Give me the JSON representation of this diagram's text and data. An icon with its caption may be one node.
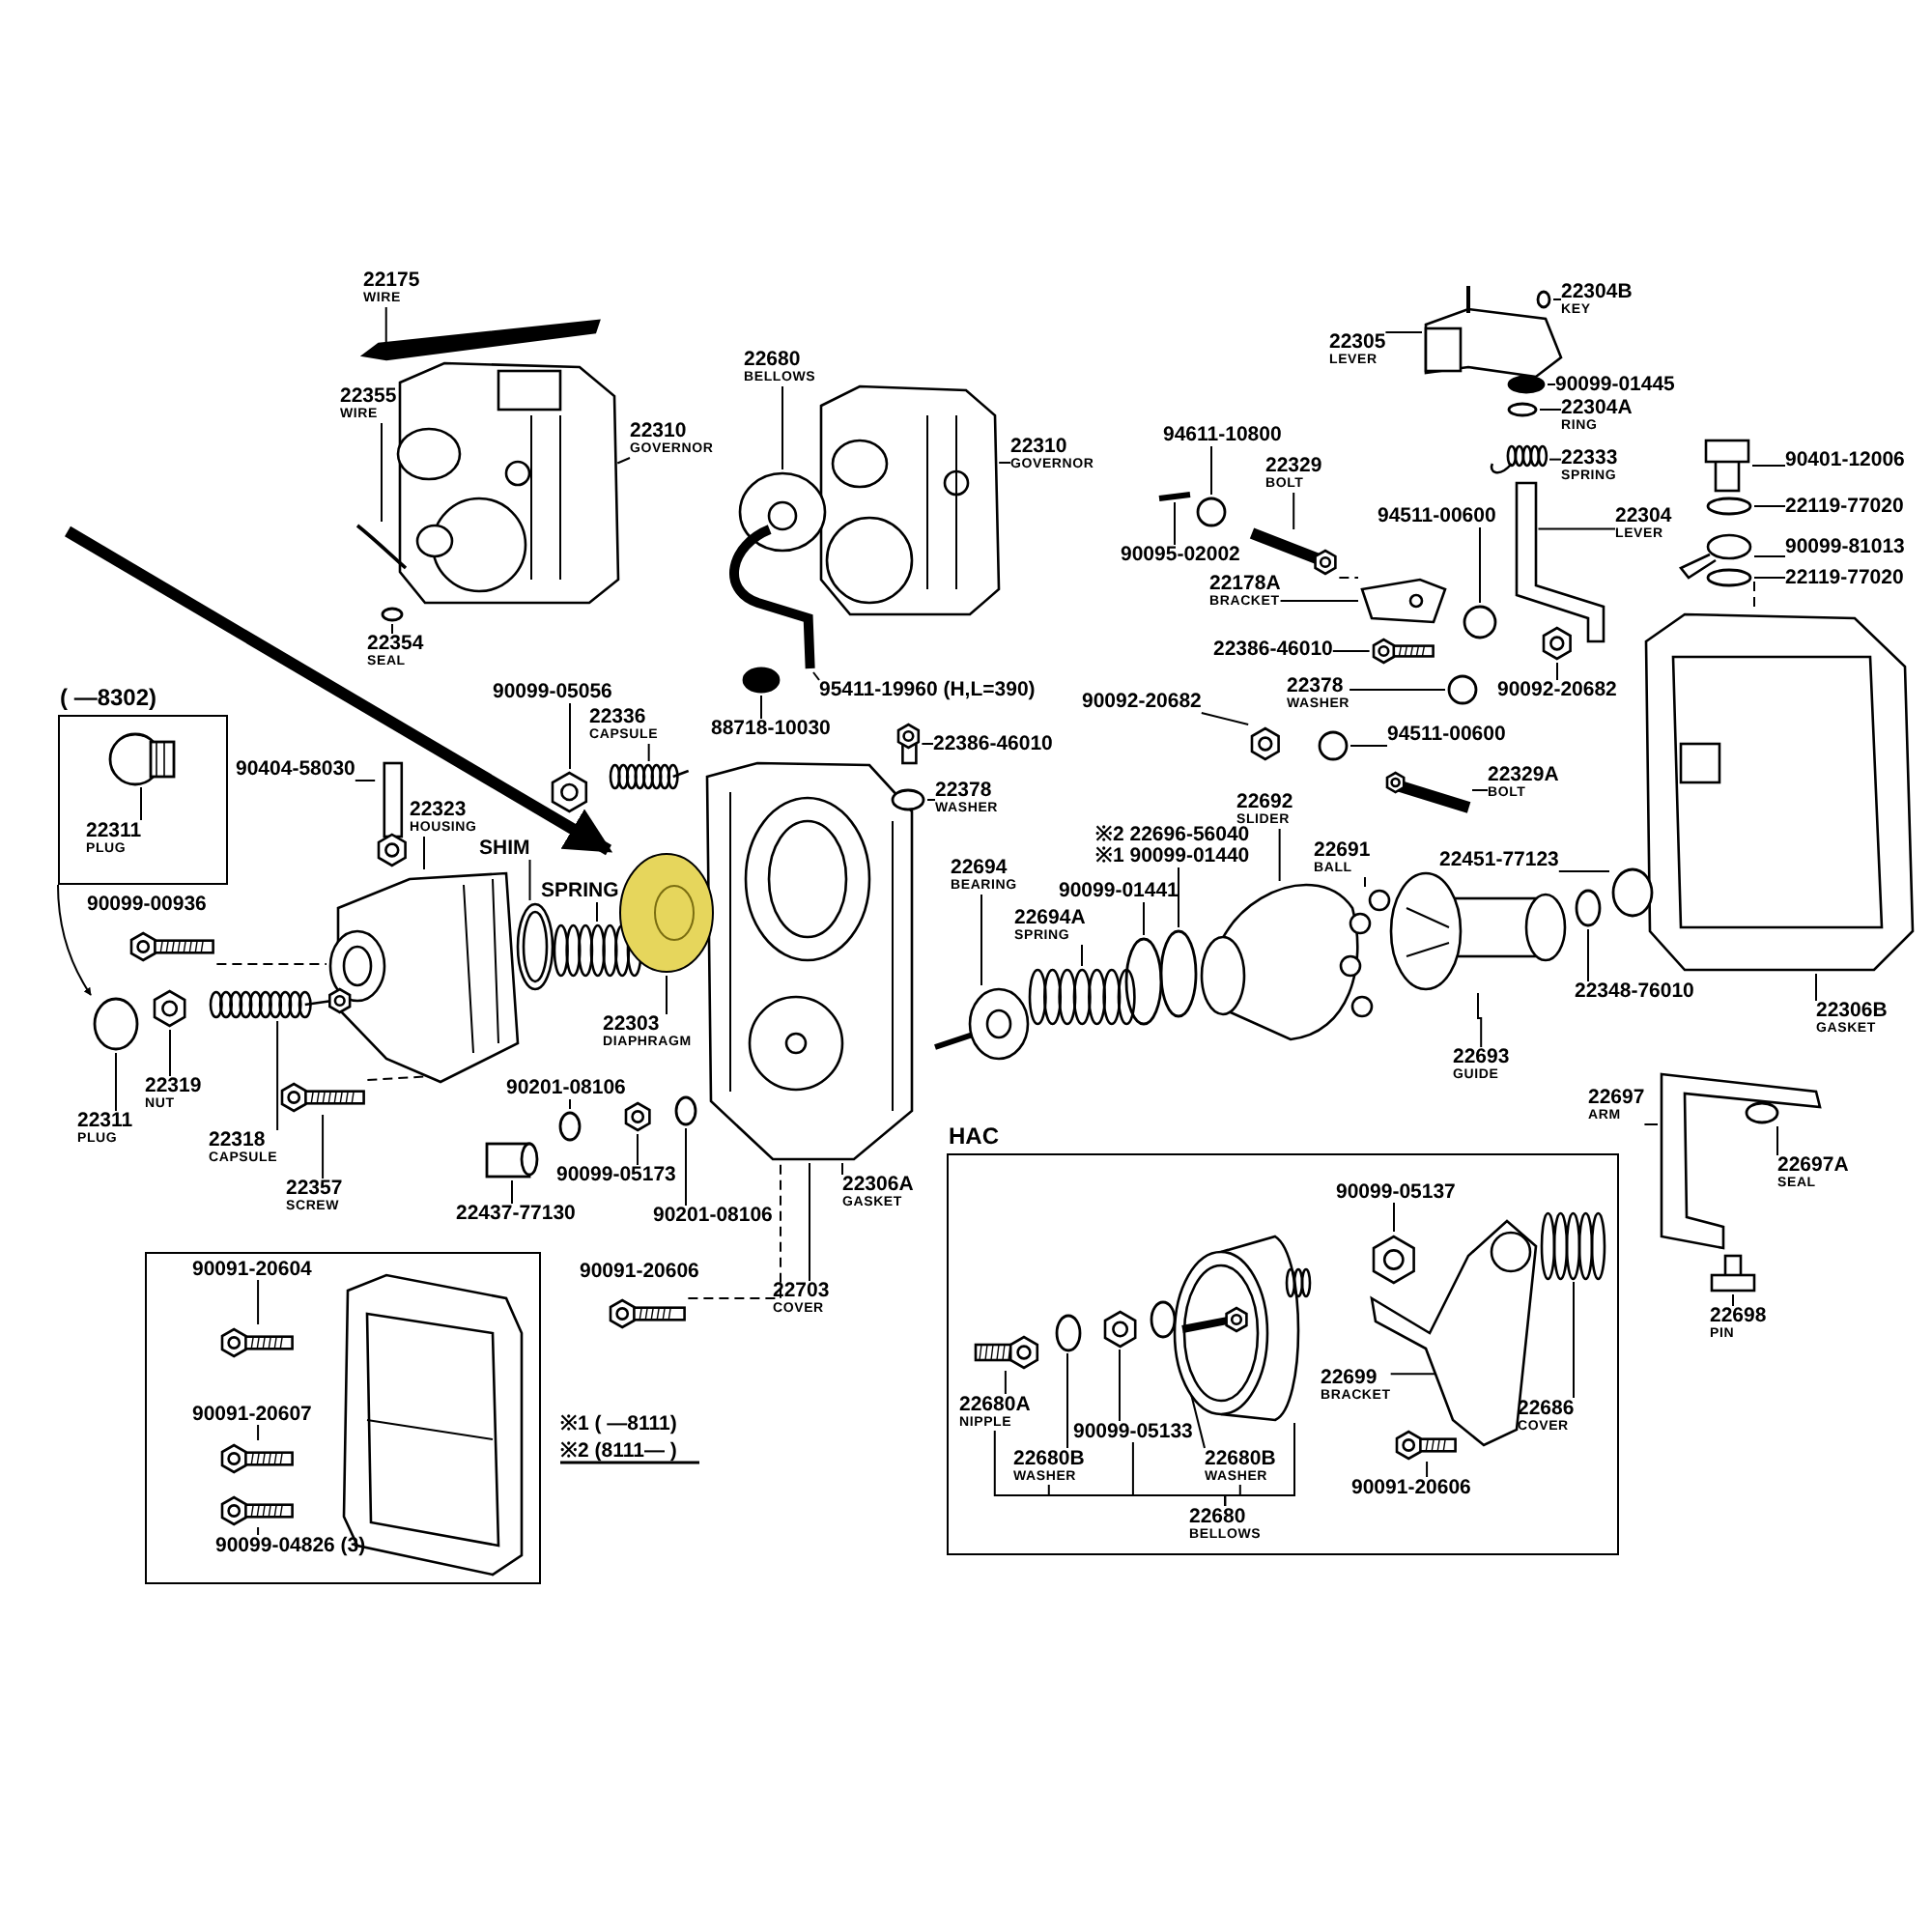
{
  "diagram": {
    "nodes": [
      {
        "text": [
          "( —8302)"
        ]
      },
      {
        "text": [],
        "shape": "box"
      },
      {
        "text": [
          "HAC"
        ]
      },
      {
        "text": [],
        "shape": "circle"
      },
      {
        "text": [
          "22175",
          "WIRE"
        ]
      },
      {
        "text": [
          "22355",
          "WIRE"
        ]
      },
      {
        "text": [
          "22354",
          "SEAL"
        ]
      },
      {
        "text": [
          "22310",
          "GOVERNOR"
        ]
      },
      {
        "text": [
          "22680",
          "BELLOWS"
        ]
      },
      {
        "text": [
          "22310",
          "GOVERNOR"
        ]
      },
      {
        "text": [
          "90099-05056"
        ]
      },
      {
        "text": [
          "22336",
          "CAPSULE"
        ]
      },
      {
        "text": [
          "88718-10030"
        ]
      },
      {
        "text": [
          "95411-19960 (H,L=390)"
        ]
      },
      {
        "text": [
          "90404-58030"
        ]
      },
      {
        "text": [
          "22323",
          "HOUSING"
        ]
      },
      {
        "text": [
          "SHIM"
        ]
      },
      {
        "text": [
          "SPRING"
        ]
      },
      {
        "text": [
          "22311",
          "PLUG"
        ],
        "in": 0
      },
      {
        "text": [
          "22311",
          "PLUG"
        ]
      },
      {
        "text": [
          "22319",
          "NUT"
        ]
      },
      {
        "text": [
          "22318",
          "CAPSULE"
        ]
      },
      {
        "text": [
          "22357",
          "SCREW"
        ]
      },
      {
        "text": [
          "22303",
          "DIAPHRAGM"
        ]
      },
      {
        "text": [
          "90201-08106"
        ]
      },
      {
        "text": [
          "90099-05173"
        ]
      },
      {
        "text": [
          "90201-08106"
        ]
      },
      {
        "text": [
          "22437-77130"
        ]
      },
      {
        "text": [
          "22306A",
          "GASKET"
        ]
      },
      {
        "text": [
          "22703",
          "COVER"
        ]
      },
      {
        "text": [
          "90091-20604"
        ],
        "in": 1
      },
      {
        "text": [
          "90091-20607"
        ],
        "in": 1
      },
      {
        "text": [
          "90099-04826 (3)"
        ],
        "in": 1
      },
      {
        "text": [
          "22304B",
          "KEY"
        ]
      },
      {
        "text": [
          "22305",
          "LEVER"
        ]
      },
      {
        "text": [
          "90099-01445"
        ]
      },
      {
        "text": [
          "22304A",
          "RING"
        ]
      },
      {
        "text": [
          "22333",
          "SPRING"
        ]
      },
      {
        "text": [
          "94611-10800"
        ]
      },
      {
        "text": [
          "22329",
          "BOLT"
        ]
      },
      {
        "text": [
          "90095-02002"
        ]
      },
      {
        "text": [
          "22178A",
          "BRACKET"
        ]
      },
      {
        "text": [
          "22304",
          "LEVER"
        ]
      },
      {
        "text": [
          "94511-00600"
        ]
      },
      {
        "text": [
          "90401-12006"
        ]
      },
      {
        "text": [
          "22119-77020"
        ]
      },
      {
        "text": [
          "90099-81013"
        ]
      },
      {
        "text": [
          "22119-77020"
        ]
      },
      {
        "text": [
          "22386-46010"
        ]
      },
      {
        "text": [
          "22378",
          "WASHER"
        ]
      },
      {
        "text": [
          "90092-20682"
        ]
      },
      {
        "text": [
          "90092-20682"
        ]
      },
      {
        "text": [
          "94511-00600"
        ]
      },
      {
        "text": [
          "22386-46010"
        ]
      },
      {
        "text": [
          "22378",
          "WASHER"
        ]
      },
      {
        "text": [
          "22329A",
          "BOLT"
        ]
      },
      {
        "text": [
          "22692",
          "SLIDER"
        ]
      },
      {
        "text": [
          "※2 22696-56040",
          "※1 90099-01440"
        ]
      },
      {
        "text": [
          "22691",
          "BALL"
        ]
      },
      {
        "text": [
          "22451-77123"
        ]
      },
      {
        "text": [
          "22694",
          "BEARING"
        ]
      },
      {
        "text": [
          "90099-01441"
        ]
      },
      {
        "text": [
          "22694A",
          "SPRING"
        ]
      },
      {
        "text": [
          "22348-76010"
        ]
      },
      {
        "text": [
          "22693",
          "GUIDE"
        ]
      },
      {
        "text": [
          "22306B",
          "GASKET"
        ]
      },
      {
        "text": [
          "22697",
          "ARM"
        ]
      },
      {
        "text": [
          "22697A",
          "SEAL"
        ]
      },
      {
        "text": [
          "22698",
          "PIN"
        ]
      },
      {
        "text": [
          "90099-05137"
        ],
        "in": 2
      },
      {
        "text": [
          "22680A",
          "NIPPLE"
        ],
        "in": 2
      },
      {
        "text": [
          "90099-05133"
        ],
        "in": 2
      },
      {
        "text": [
          "22680B",
          "WASHER"
        ],
        "in": 2
      },
      {
        "text": [
          "22680B",
          "WASHER"
        ],
        "in": 2
      },
      {
        "text": [
          "22699",
          "BRACKET"
        ],
        "in": 2
      },
      {
        "text": [
          "90091-20606"
        ],
        "in": 2
      },
      {
        "text": [
          "22686",
          "COVER"
        ],
        "in": 2
      },
      {
        "text": [
          "22680",
          "BELLOWS"
        ],
        "in": 2
      },
      {
        "text": [],
        "shape": "picture"
      },
      {
        "text": [],
        "shape": "picture"
      },
      {
        "text": [],
        "shape": "picture"
      },
      {
        "text": [],
        "shape": "circle"
      },
      {
        "text": [],
        "shape": "picture"
      },
      {
        "text": [],
        "shape": "picture"
      },
      {
        "text": [],
        "shape": "picture"
      },
      {
        "text": [],
        "shape": "circle"
      },
      {
        "text": [],
        "shape": "picture"
      },
      {
        "text": [],
        "shape": "picture"
      },
      {
        "text": [],
        "shape": "picture"
      },
      {
        "text": [],
        "shape": "picture"
      },
      {
        "text": [],
        "shape": "picture"
      },
      {
        "text": [],
        "shape": "picture"
      },
      {
        "text": [],
        "shape": "picture"
      },
      {
        "text": [],
        "shape": "picture"
      },
      {
        "text": [],
        "shape": "circle"
      },
      {
        "text": [],
        "shape": "picture"
      },
      {
        "text": [],
        "shape": "picture"
      },
      {
        "text": [],
        "shape": "picture"
      },
      {
        "text": [],
        "shape": "cylinder"
      },
      {
        "text": [],
        "shape": "circle"
      },
      {
        "text": [],
        "shape": "picture"
      },
      {
        "text": [],
        "shape": "circle"
      },
      {
        "text": [],
        "shape": "picture"
      },
      {
        "text": [],
        "shape": "circle",
        "in": 0
      },
      {
        "text": [],
        "shape": "picture",
        "in": 1
      },
      {
        "text": [],
        "shape": "picture",
        "in": 1
      },
      {
        "text": [],
        "shape": "picture",
        "in": 1
      },
      {
        "text": [],
        "shape": "picture",
        "in": 1
      },
      {
        "text": [],
        "shape": "picture"
      },
      {
        "text": [],
        "shape": "circle"
      },
      {
        "text": [],
        "shape": "circle"
      },
      {
        "text": [],
        "shape": "circle"
      },
      {
        "text": [],
        "shape": "picture"
      },
      {
        "text": [],
        "shape": "picture"
      },
      {
        "text": [],
        "shape": "picture"
      },
      {
        "text": [],
        "shape": "circle"
      },
      {
        "text": [],
        "shape": "picture"
      },
      {
        "text": [],
        "shape": "circle"
      },
      {
        "text": [],
        "shape": "picture"
      },
      {
        "text": [],
        "shape": "circle"
      },
      {
        "text": [],
        "shape": "picture"
      },
      {
        "text": [],
        "shape": "picture"
      },
      {
        "text": [],
        "shape": "picture"
      },
      {
        "text": [],
        "shape": "circle"
      },
      {
        "text": [],
        "shape": "picture"
      },
      {
        "text": [],
        "shape": "circle"
      },
      {
        "text": [],
        "shape": "picture"
      },
      {
        "text": [],
        "shape": "picture"
      },
      {
        "text": [],
        "shape": "circle"
      },
      {
        "text": [],
        "shape": "picture"
      },
      {
        "text": [],
        "shape": "circle"
      },
      {
        "text": [],
        "shape": "picture"
      },
      {
        "text": [],
        "shape": "picture"
      },
      {
        "text": [],
        "shape": "picture"
      },
      {
        "text": [],
        "shape": "circle"
      },
      {
        "text": [],
        "shape": "circle"
      },
      {
        "text": [],
        "shape": "picture"
      },
      {
        "text": [],
        "shape": "picture"
      },
      {
        "text": [],
        "shape": "picture"
      },
      {
        "text": [],
        "shape": "circle"
      },
      {
        "text": [],
        "shape": "circle"
      },
      {
        "text": [],
        "shape": "picture"
      },
      {
        "text": [],
        "shape": "circle"
      },
      {
        "text": [],
        "shape": "picture"
      },
      {
        "text": [],
        "shape": "picture",
        "in": 2
      },
      {
        "text": [],
        "shape": "circle",
        "in": 2
      },
      {
        "text": [],
        "shape": "picture",
        "in": 2
      },
      {
        "text": [],
        "shape": "circle",
        "in": 2
      },
      {
        "text": [],
        "shape": "picture",
        "in": 2
      },
      {
        "text": [],
        "shape": "picture",
        "in": 2
      },
      {
        "text": [],
        "shape": "picture",
        "in": 2
      },
      {
        "text": [],
        "shape": "picture",
        "in": 2
      },
      {
        "text": [],
        "shape": "picture",
        "in": 2
      }
    ],
    "edges": [
      {
        "from": 4,
        "to": 78,
        "arrow": "none"
      },
      {
        "from": 5,
        "to": 80,
        "arrow": "none"
      },
      {
        "from": 6,
        "to": 81,
        "arrow": "none"
      },
      {
        "from": 7,
        "to": 79,
        "arrow": "none"
      },
      {
        "from": 8,
        "to": 83,
        "arrow": "none"
      },
      {
        "from": 9,
        "to": 82,
        "arrow": "none"
      },
      {
        "from": 10,
        "to": 86,
        "arrow": "none"
      },
      {
        "from": 11,
        "to": 87,
        "arrow": "none"
      },
      {
        "from": 12,
        "to": 85,
        "arrow": "none"
      },
      {
        "from": 13,
        "to": 84,
        "arrow": "none"
      },
      {
        "from": 14,
        "to": 88,
        "arrow": "none"
      },
      {
        "from": 15,
        "to": 89,
        "arrow": "none"
      },
      {
        "from": 16,
        "to": 90,
        "arrow": "none"
      },
      {
        "from": 17,
        "to": 91,
        "arrow": "none"
      },
      {
        "from": 18,
        "to": 103,
        "arrow": "none"
      },
      {
        "from": 19,
        "to": 94,
        "arrow": "none"
      },
      {
        "from": 20,
        "to": 95,
        "arrow": "none"
      },
      {
        "from": 21,
        "to": 96,
        "arrow": "none"
      },
      {
        "from": 22,
        "to": 97,
        "arrow": "none"
      },
      {
        "from": 24,
        "to": 99,
        "arrow": "none"
      },
      {
        "from": 25,
        "to": 100,
        "arrow": "none"
      },
      {
        "from": 26,
        "to": 101,
        "arrow": "none"
      },
      {
        "from": 27,
        "to": 98,
        "arrow": "none"
      },
      {
        "from": 28,
        "to": 92,
        "arrow": "none"
      },
      {
        "from": 29,
        "to": 92,
        "arrow": "none"
      },
      {
        "from": 30,
        "to": 104,
        "arrow": "none"
      },
      {
        "from": 31,
        "to": 105,
        "arrow": "none"
      },
      {
        "from": 32,
        "to": 106,
        "arrow": "none"
      },
      {
        "from": 33,
        "to": 109,
        "arrow": "none"
      },
      {
        "from": 34,
        "to": 108,
        "arrow": "none"
      },
      {
        "from": 35,
        "to": 110,
        "arrow": "none"
      },
      {
        "from": 36,
        "to": 111,
        "arrow": "none"
      },
      {
        "from": 37,
        "to": 112,
        "arrow": "none"
      },
      {
        "from": 38,
        "to": 119,
        "arrow": "none"
      },
      {
        "from": 39,
        "to": 121,
        "arrow": "none"
      },
      {
        "from": 40,
        "to": 120,
        "arrow": "none"
      },
      {
        "from": 41,
        "to": 122,
        "arrow": "none"
      },
      {
        "from": 42,
        "to": 113,
        "arrow": "none"
      },
      {
        "from": 43,
        "to": 123,
        "arrow": "none"
      },
      {
        "from": 44,
        "to": 114,
        "arrow": "none"
      },
      {
        "from": 45,
        "to": 115,
        "arrow": "none"
      },
      {
        "from": 46,
        "to": 116,
        "arrow": "none"
      },
      {
        "from": 47,
        "to": 117,
        "arrow": "none"
      },
      {
        "from": 48,
        "to": 124,
        "arrow": "none"
      },
      {
        "from": 49,
        "to": 125,
        "arrow": "none"
      },
      {
        "from": 50,
        "to": 126,
        "arrow": "none"
      },
      {
        "from": 51,
        "to": 127,
        "arrow": "none"
      },
      {
        "from": 52,
        "to": 128,
        "arrow": "none"
      },
      {
        "from": 53,
        "to": 129,
        "arrow": "none"
      },
      {
        "from": 54,
        "to": 130,
        "arrow": "none"
      },
      {
        "from": 55,
        "to": 131,
        "arrow": "none"
      },
      {
        "from": 56,
        "to": 136,
        "arrow": "none"
      },
      {
        "from": 57,
        "to": 135,
        "arrow": "none"
      },
      {
        "from": 58,
        "to": 137,
        "arrow": "none"
      },
      {
        "from": 59,
        "to": 140,
        "arrow": "none"
      },
      {
        "from": 60,
        "to": 132,
        "arrow": "none"
      },
      {
        "from": 61,
        "to": 134,
        "arrow": "none"
      },
      {
        "from": 62,
        "to": 133,
        "arrow": "none"
      },
      {
        "from": 63,
        "to": 139,
        "arrow": "none"
      },
      {
        "from": 64,
        "to": 138,
        "arrow": "none"
      },
      {
        "from": 65,
        "to": 118,
        "arrow": "none"
      },
      {
        "from": 66,
        "to": 141,
        "arrow": "none"
      },
      {
        "from": 67,
        "to": 142,
        "arrow": "none"
      },
      {
        "from": 68,
        "to": 143,
        "arrow": "none"
      },
      {
        "from": 69,
        "to": 149,
        "arrow": "none"
      },
      {
        "from": 70,
        "to": 144,
        "arrow": "none"
      },
      {
        "from": 71,
        "to": 146,
        "arrow": "none"
      },
      {
        "from": 72,
        "to": 145,
        "arrow": "none"
      },
      {
        "from": 73,
        "to": 147,
        "arrow": "none"
      },
      {
        "from": 74,
        "to": 150,
        "arrow": "none"
      },
      {
        "from": 75,
        "to": 152,
        "arrow": "none"
      },
      {
        "from": 76,
        "to": 151,
        "arrow": "none"
      },
      {
        "from": 77,
        "to": 70,
        "arrow": "none"
      },
      {
        "from": 77,
        "to": 72,
        "arrow": "none"
      },
      {
        "from": 77,
        "to": 71,
        "arrow": "none"
      },
      {
        "from": 77,
        "to": 73,
        "arrow": "none"
      },
      {
        "from": 77,
        "to": 148,
        "arrow": "none"
      },
      {
        "from": 23,
        "to": 3,
        "arrow": "none"
      },
      {
        "from": null,
        "to": 3,
        "arrow": "to",
        "style": "thick"
      },
      {
        "from": 0,
        "to": 94,
        "arrow": "to"
      },
      {
        "from": 93,
        "to": 89,
        "arrow": "none",
        "style": "dashed"
      },
      {
        "from": 97,
        "to": 89,
        "arrow": "none",
        "style": "dashed"
      },
      {
        "from": 102,
        "to": 92,
        "arrow": "none",
        "style": "dashed"
      },
      {
        "from": 121,
        "to": 122,
        "arrow": "none",
        "style": "dashed"
      },
      {
        "from": 116,
        "to": 118,
        "arrow": "none",
        "style": "dashed"
      }
    ],
    "labels": [
      "90099-00936",
      "90091-20606",
      "※1 ( —8111)",
      "※2 (8111— )"
    ]
  }
}
